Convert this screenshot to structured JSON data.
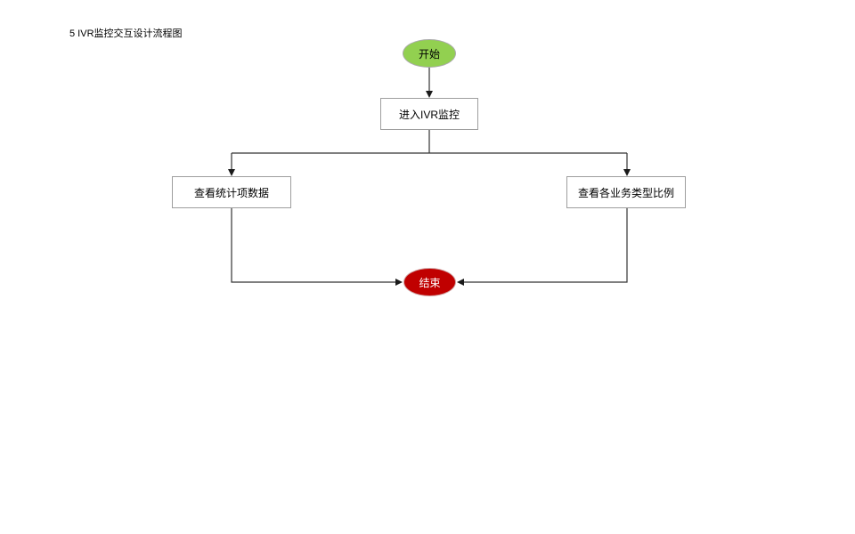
{
  "diagram": {
    "title": "5 IVR监控交互设计流程图",
    "type": "flowchart",
    "nodes": [
      {
        "id": "start",
        "shape": "ellipse",
        "label": "开始",
        "fill": "#92d050",
        "text_color": "#000000"
      },
      {
        "id": "enter-ivr-monitor",
        "shape": "rectangle",
        "label": "进入IVR监控",
        "fill": "#ffffff",
        "text_color": "#000000"
      },
      {
        "id": "view-stat-data",
        "shape": "rectangle",
        "label": "查看统计项数据",
        "fill": "#ffffff",
        "text_color": "#000000"
      },
      {
        "id": "view-business-type-ratio",
        "shape": "rectangle",
        "label": "查看各业务类型比例",
        "fill": "#ffffff",
        "text_color": "#000000"
      },
      {
        "id": "end",
        "shape": "ellipse",
        "label": "结束",
        "fill": "#c00000",
        "text_color": "#ffffff"
      }
    ],
    "edges": [
      {
        "from": "start",
        "to": "enter-ivr-monitor"
      },
      {
        "from": "enter-ivr-monitor",
        "to": "view-stat-data"
      },
      {
        "from": "enter-ivr-monitor",
        "to": "view-business-type-ratio"
      },
      {
        "from": "view-stat-data",
        "to": "end"
      },
      {
        "from": "view-business-type-ratio",
        "to": "end"
      }
    ],
    "colors": {
      "background": "#ffffff",
      "connector": "#333333",
      "arrowhead": "#1a1a1a",
      "node_border": "#9e9e9e",
      "start_fill": "#92d050",
      "end_fill": "#c00000"
    }
  }
}
